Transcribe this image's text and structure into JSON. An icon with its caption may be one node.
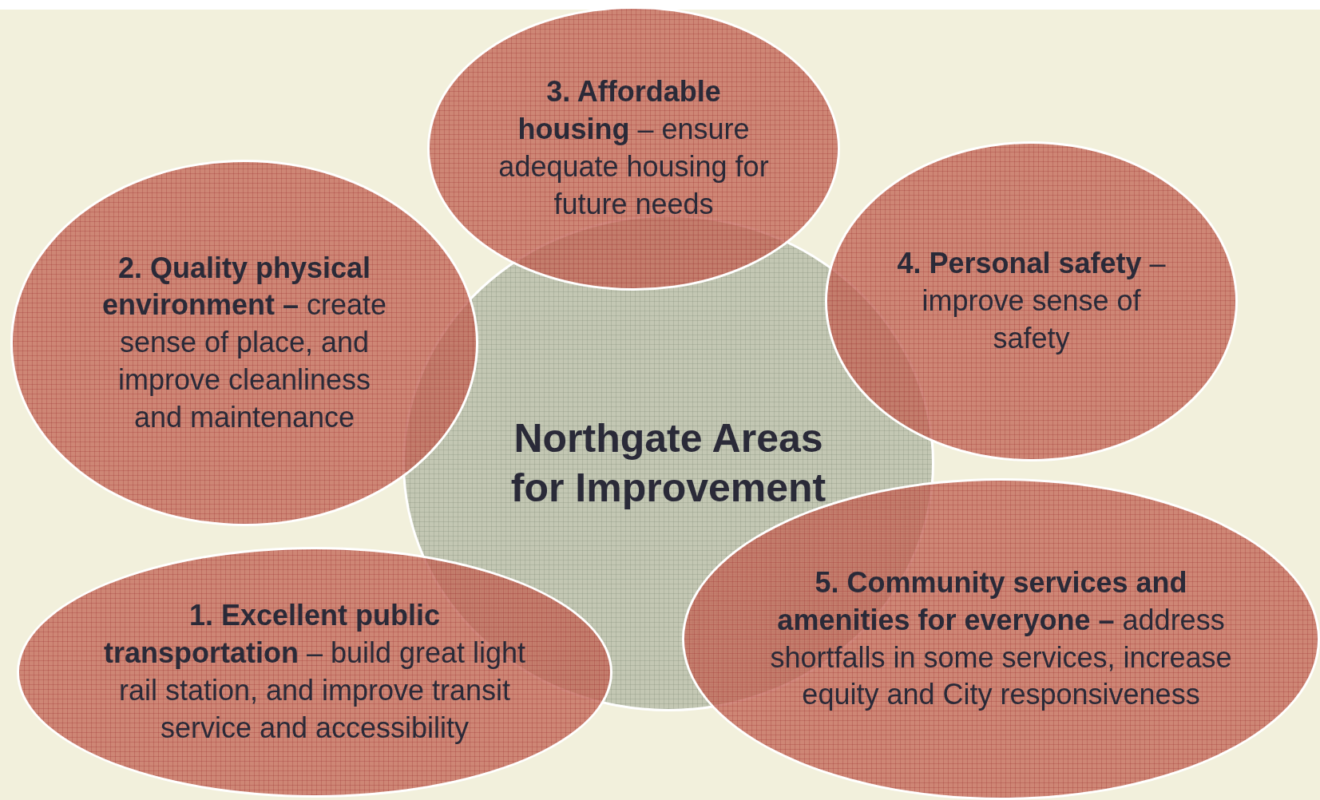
{
  "diagram": {
    "nodes": [
      {
        "text": [
          "**3. Affordable housing** – ensure adequate housing for future needs"
        ]
      },
      {
        "text": [
          "**2. Quality physical environment –** create sense of place, and improve cleanliness and maintenance"
        ]
      },
      {
        "text": [
          "**4. Personal safety** – improve sense of safety"
        ]
      },
      {
        "text": [
          "Northgate Areas for Improvement"
        ]
      },
      {
        "text": [
          "**5. Community services and amenities for everyone –** address shortfalls in some services, increase equity and City responsiveness"
        ]
      },
      {
        "text": [
          "**1. Excellent public transportation** – build great light rail station, and improve transit service and accessibility"
        ]
      }
    ]
  }
}
